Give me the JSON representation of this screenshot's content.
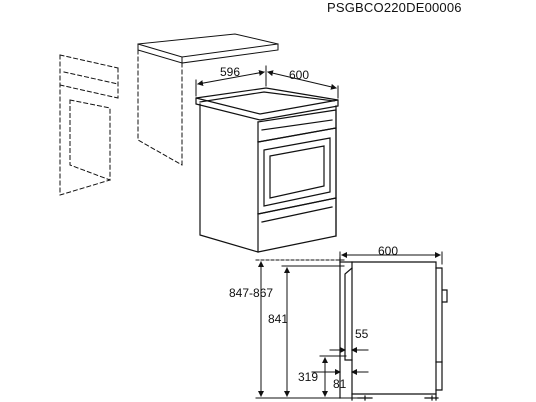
{
  "document_code": "PSGBCO220DE00006",
  "dimensions": {
    "top_depth": "596",
    "top_width": "600",
    "front_width": "600",
    "height_range": "847-867",
    "body_height": "841",
    "side_offset": "55",
    "lower_height": "319",
    "lower_offset": "81"
  }
}
